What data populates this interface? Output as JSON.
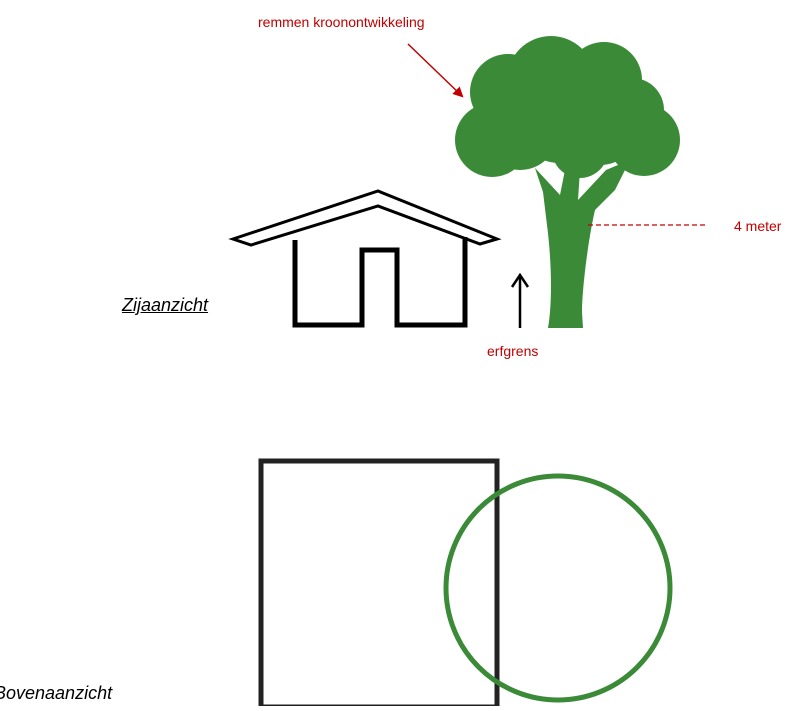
{
  "side_view": {
    "title": "Zijaanzicht",
    "annotation_crown": "remmen kroonontwikkeling",
    "annotation_distance": "4 meter",
    "annotation_boundary": "erfgrens"
  },
  "top_view": {
    "title": "Bovenaanzicht"
  },
  "colors": {
    "tree": "#3a8a38",
    "annotation": "#c00000",
    "outline": "#000000"
  }
}
